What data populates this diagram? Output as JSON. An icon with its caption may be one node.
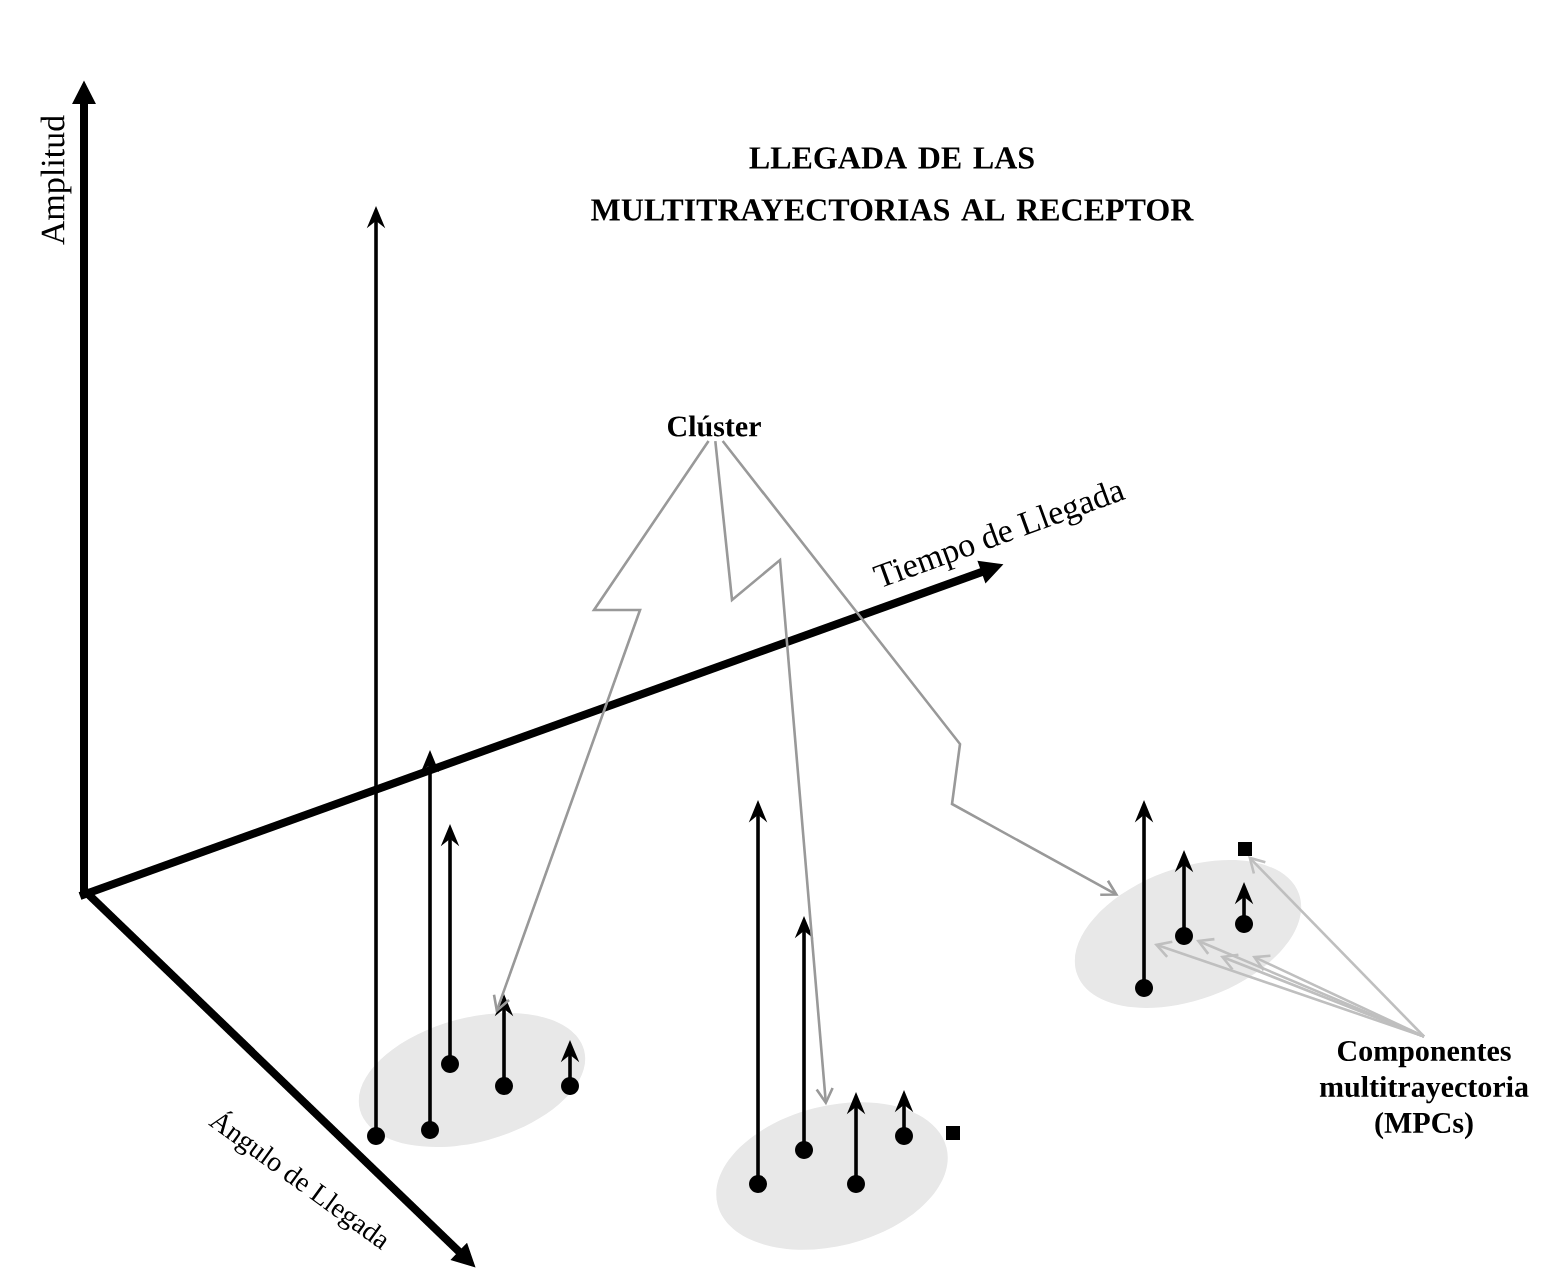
{
  "diagram": {
    "title": "LLEGADA DE LAS MULTITRAYECTORIAS AL RECEPTOR",
    "nodes": [
      {
        "text": [
          "Clúster"
        ]
      },
      {
        "text": [],
        "shape": "ellipse"
      },
      {
        "text": [],
        "shape": "ellipse"
      },
      {
        "text": [],
        "shape": "ellipse"
      },
      {
        "text": [
          "Componentes multitrayectoria (MPCs)"
        ]
      }
    ],
    "edges": [
      {
        "from": 0,
        "to": 1,
        "arrow": "to",
        "color": "#999999"
      },
      {
        "from": 0,
        "to": 2,
        "arrow": "to",
        "color": "#999999"
      },
      {
        "from": 0,
        "to": 3,
        "arrow": "to",
        "color": "#999999"
      },
      {
        "from": 4,
        "to": 3,
        "arrow": "to"
      },
      {
        "from": 4,
        "to": 3,
        "arrow": "to"
      },
      {
        "from": 4,
        "to": 3,
        "arrow": "to"
      },
      {
        "from": 4,
        "to": 3,
        "arrow": "to"
      },
      {
        "from": 4,
        "to": 3,
        "arrow": "to"
      }
    ],
    "labels": [
      "Amplitud",
      "Tiempo de Llegada",
      "Ángulo de Llegada"
    ]
  }
}
